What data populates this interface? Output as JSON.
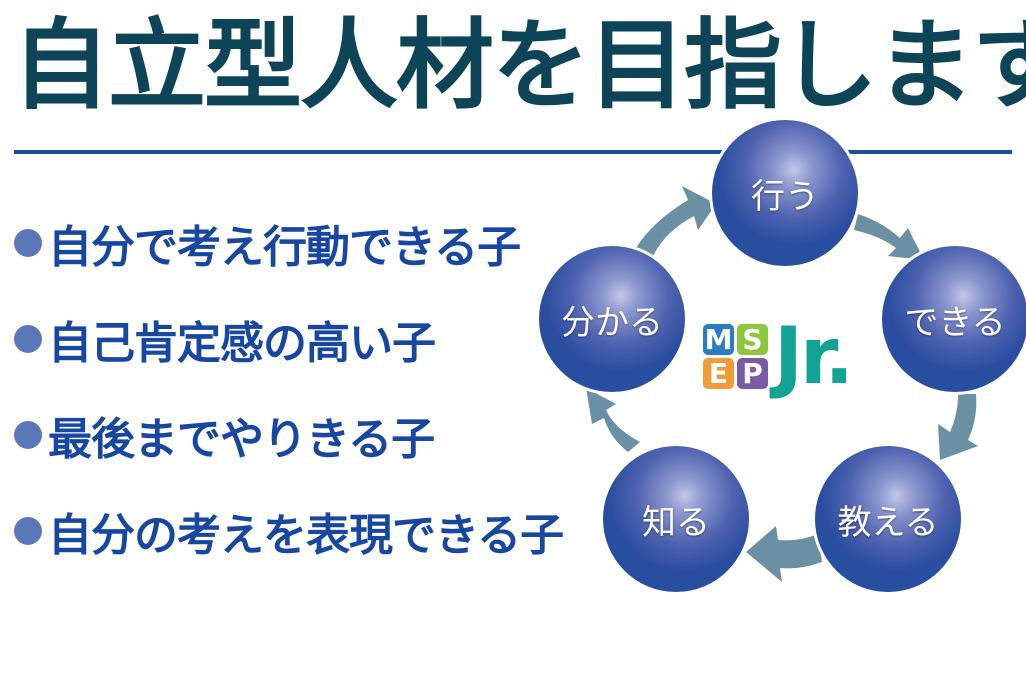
{
  "header": {
    "title": "自立型人材を目指します"
  },
  "bullets": [
    "自分で考え行動できる子",
    "自己肯定感の高い子",
    "最後までやりきる子",
    "自分の考えを表現できる子"
  ],
  "cycle": {
    "steps": [
      "行う",
      "できる",
      "教える",
      "知る",
      "分かる"
    ]
  },
  "logo": {
    "tiles": [
      "M",
      "S",
      "E",
      "P"
    ],
    "suffix": "Jr."
  },
  "colors": {
    "title": "#0d4457",
    "rule": "#1d4f9f",
    "bullet_text": "#1747a0",
    "bullet_dot": "#5b77b8",
    "ball": "#2350a2",
    "arrow": "#6b8fa3",
    "tile_m": "#2b7cc3",
    "tile_s": "#8dc63f",
    "tile_e": "#f39a3a",
    "tile_p": "#7b5aa6",
    "jr": "#12a394"
  }
}
